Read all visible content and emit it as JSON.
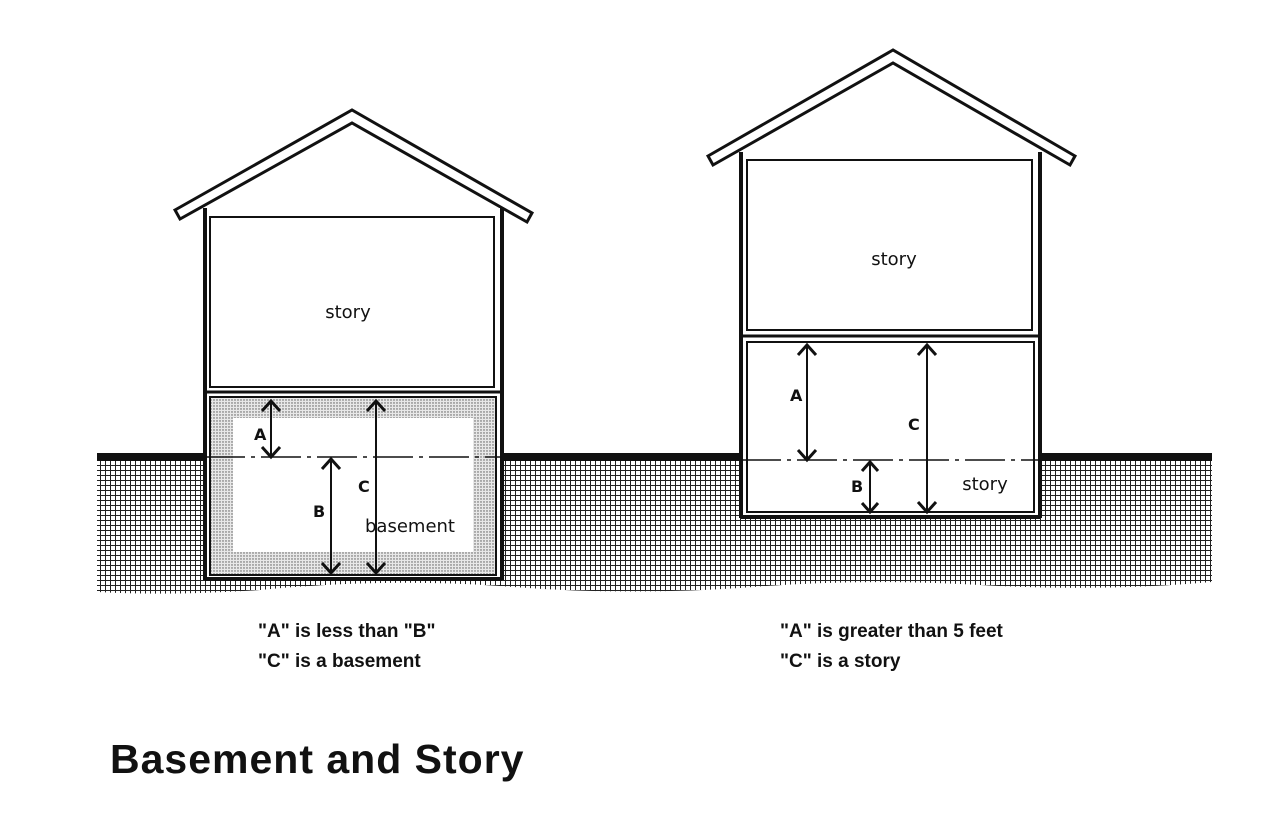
{
  "title": "Basement and Story",
  "left_house": {
    "upper_label": "story",
    "lower_label": "basement",
    "dim_a": "A",
    "dim_b": "B",
    "dim_c": "C",
    "caption_line1": "\"A\" is less than \"B\"",
    "caption_line2": "\"C\" is a basement"
  },
  "right_house": {
    "upper_label": "story",
    "lower_label": "story",
    "dim_a": "A",
    "dim_b": "B",
    "dim_c": "C",
    "caption_line1": "\"A\" is greater than 5 feet",
    "caption_line2": "\"C\" is a story"
  }
}
